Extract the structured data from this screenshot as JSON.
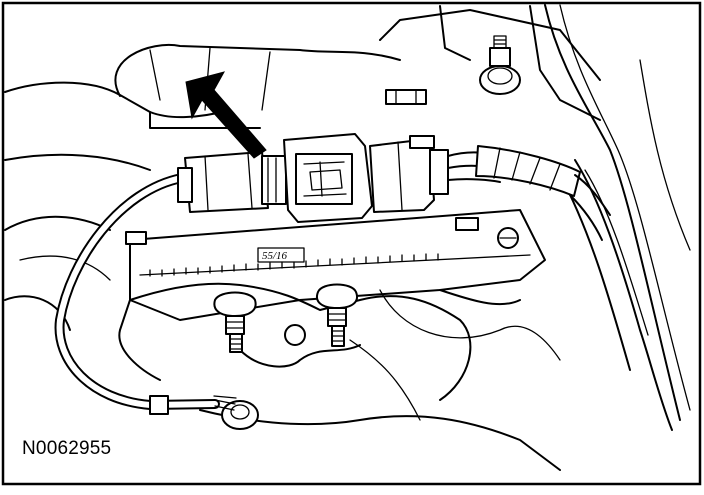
{
  "figure": {
    "id_label": "N0062955",
    "callout": "arrow-indicator",
    "part_mark": "55/16"
  },
  "colors": {
    "line": "#000000",
    "background": "#ffffff"
  }
}
